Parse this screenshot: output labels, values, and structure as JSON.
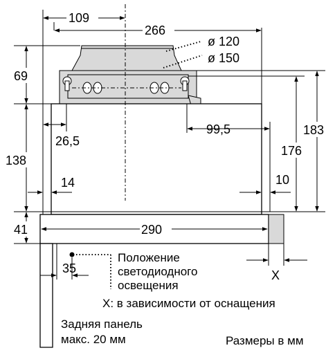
{
  "dimensions": {
    "d109": "109",
    "d266": "266",
    "d_dia120": "ø 120",
    "d_dia150": "ø 150",
    "d69": "69",
    "d183": "183",
    "d26_5": "26,5",
    "d99_5": "99,5",
    "d176": "176",
    "d138": "138",
    "d14": "14",
    "d10": "10",
    "d41": "41",
    "d290": "290",
    "d35": "35",
    "dX": "X"
  },
  "notes": {
    "led_line1": "Положение",
    "led_line2": "светодиодного",
    "led_line3": "освещения",
    "x_note": "X: в зависимости от оснащения",
    "rear_line1": "Задняя панель",
    "rear_line2": "макс. 20 мм",
    "units": "Размеры в мм"
  }
}
